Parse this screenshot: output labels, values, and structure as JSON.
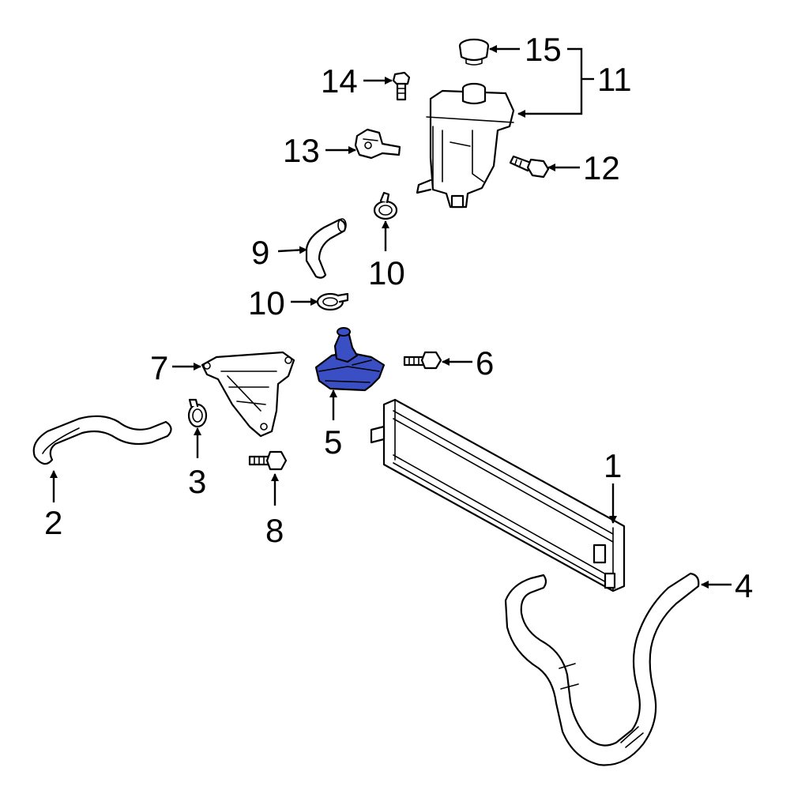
{
  "callouts": {
    "c1": "1",
    "c2": "2",
    "c3": "3",
    "c4": "4",
    "c5": "5",
    "c6": "6",
    "c7": "7",
    "c8": "8",
    "c9": "9",
    "c10a": "10",
    "c10b": "10",
    "c11": "11",
    "c12": "12",
    "c13": "13",
    "c14": "14",
    "c15": "15"
  },
  "colors": {
    "highlight_part": "#3b4fc4",
    "line": "#000000",
    "background": "#ffffff"
  }
}
